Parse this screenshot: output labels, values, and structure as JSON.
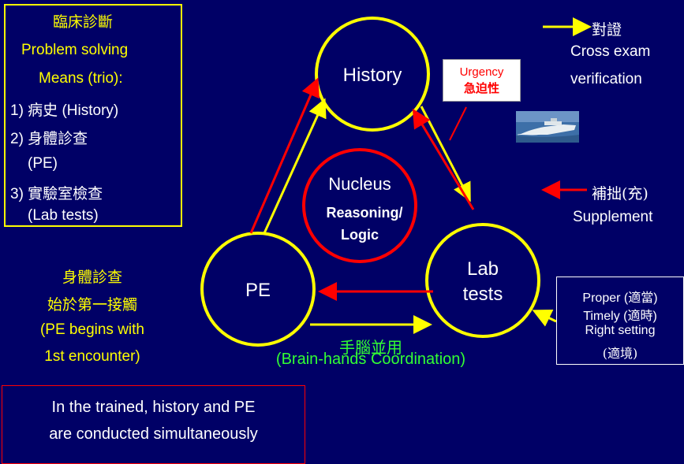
{
  "means_box": {
    "lines": [
      "臨床診斷",
      "Problem solving",
      "Means (trio):",
      "1) 病史 (History)",
      "2) 身體診查",
      "(PE)",
      "3) 實驗室檢查",
      "(Lab tests)"
    ]
  },
  "pe_note": {
    "lines": [
      "身體診查",
      "始於第一接觸",
      "(PE begins with",
      "1st encounter)"
    ]
  },
  "trained_note": {
    "lines": [
      "In the trained, history and PE",
      "are conducted simultaneously"
    ]
  },
  "nodes": {
    "history": "History",
    "pe": "PE",
    "lab_line1": "Lab",
    "lab_line2": "tests",
    "nucleus": "Nucleus",
    "reasoning": "Reasoning/",
    "logic": "Logic"
  },
  "urgency": {
    "en": "Urgency",
    "zh": "急迫性"
  },
  "legend_verify": {
    "label_zh": "對證",
    "line1": "Cross exam",
    "line2": "verification"
  },
  "legend_supplement": {
    "label_zh": "補拙(充)",
    "line1": "Supplement"
  },
  "quality_box": {
    "lines": [
      "Proper (適當)",
      "Timely (適時)",
      "Right setting",
      "(適境)"
    ]
  },
  "coordination": {
    "zh": "手腦並用",
    "en": "(Brain-hands Coordination)"
  },
  "colors": {
    "background": "#000066",
    "yellow": "#ffff00",
    "red": "#ff0000",
    "green": "#33ff33",
    "white": "#ffffff"
  }
}
